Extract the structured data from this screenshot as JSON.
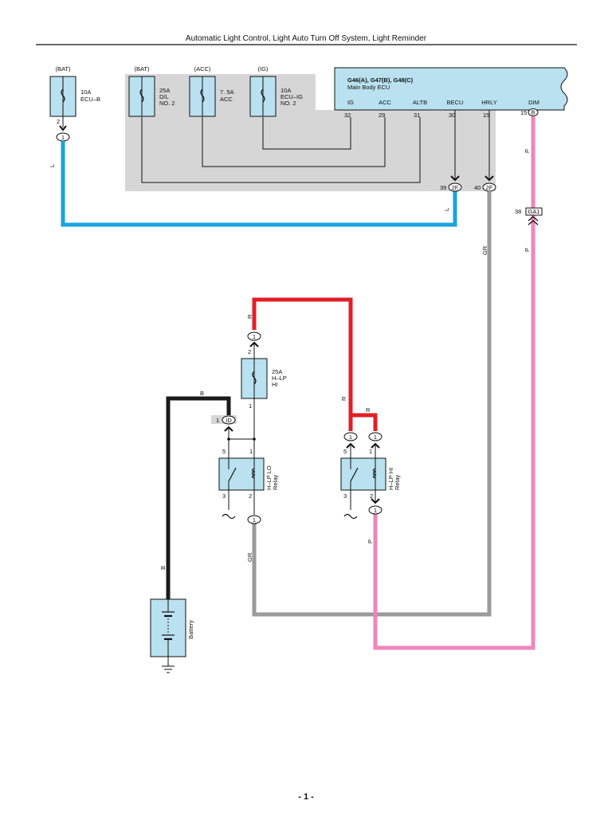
{
  "page": {
    "title": "Automatic Light Control, Light Auto Turn Off System, Light Reminder",
    "page_number": "- 1 -"
  },
  "colors": {
    "wire_L": "#1aa3de",
    "wire_P": "#ef86b9",
    "wire_R": "#e11f26",
    "wire_GR": "#9a9a9a",
    "wire_B": "#1a1a1a",
    "component_fill": "#b9e1ef",
    "ecu_fill": "#b9e1ef",
    "shade": "#d6d6d6"
  },
  "fuses": {
    "ecu_b": {
      "source": "(BAT)",
      "amp": "10A",
      "name": "ECU–B"
    },
    "dl2": {
      "source": "(BAT)",
      "amp": "25A",
      "name1": "D/L",
      "name2": "NO. 2"
    },
    "acc": {
      "source": "(ACC)",
      "amp": "7. 5A",
      "name": "ACC"
    },
    "ecuig": {
      "source": "(IG)",
      "amp": "10A",
      "name1": "ECU–IG",
      "name2": "NO. 2"
    },
    "hlphi": {
      "amp": "25A",
      "name1": "H–LP",
      "name2": "HI"
    }
  },
  "ecu": {
    "connectors": "G46(A), G47(B), G48(C)",
    "name": "Main Body ECU",
    "pins": [
      {
        "label": "IG",
        "num": "32"
      },
      {
        "label": "ACC",
        "num": "29"
      },
      {
        "label": "ALTB",
        "num": "31"
      },
      {
        "label": "BECU",
        "num": "30"
      },
      {
        "label": "HRLY",
        "num": "15"
      },
      {
        "label": "DIM",
        "num": "15"
      }
    ],
    "dim_connector": "B"
  },
  "connectors": {
    "j39_num": "39",
    "j39_code": "2F",
    "j40_num": "40",
    "j40_code": "2F",
    "ga1_num": "38",
    "ga1_code": "GA1",
    "fuse_conn": "1",
    "ecub_pin": "2",
    "hlphi_pin_top": "2",
    "hlphi_pin_bot": "1",
    "id_pin": "1",
    "id_code": "ID",
    "one": "1"
  },
  "relays": {
    "lo": {
      "name1": "H–LP LO",
      "name2": "Relay",
      "p5": "5",
      "p1": "1",
      "p3": "3",
      "p2": "2"
    },
    "hi": {
      "name1": "H–LP HI",
      "name2": "Relay",
      "p5": "5",
      "p1": "1",
      "p3": "3",
      "p2": "2"
    }
  },
  "battery": {
    "name": "Battery"
  },
  "wire_labels": {
    "L": "L",
    "P": "P",
    "R": "R",
    "GR": "GR",
    "B": "B"
  }
}
